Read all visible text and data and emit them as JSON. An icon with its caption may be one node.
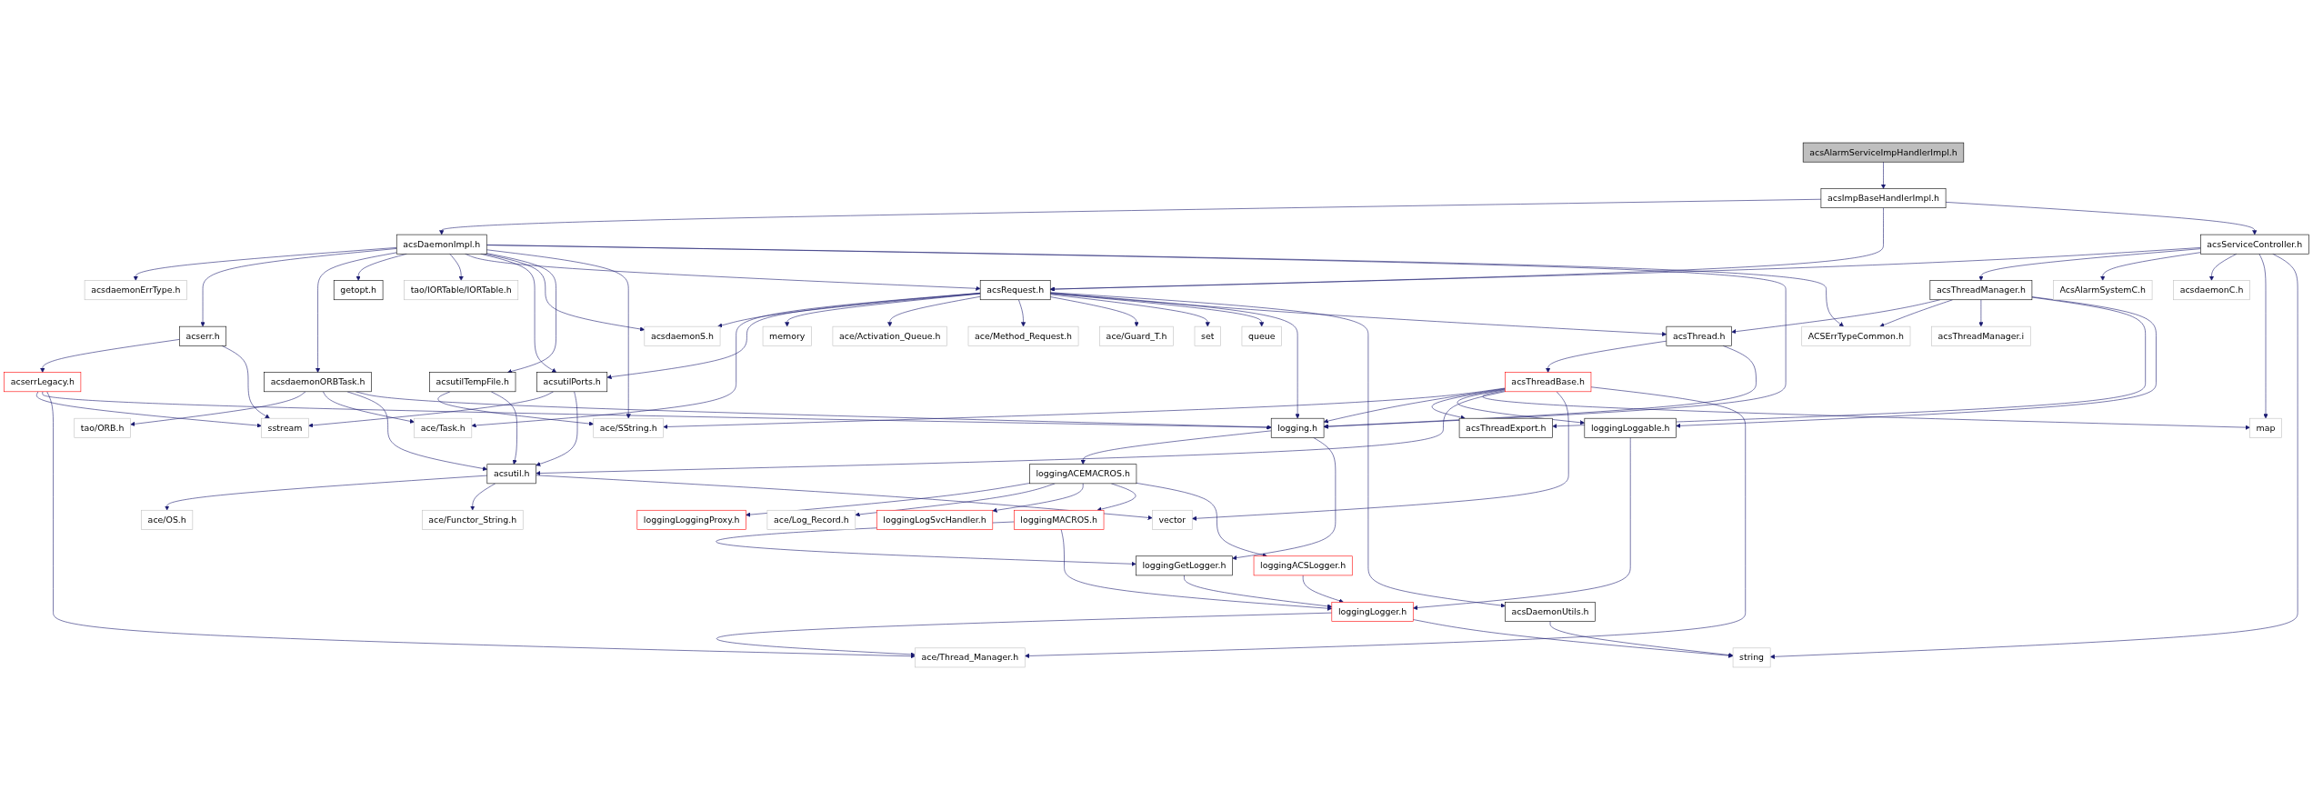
{
  "diagram": {
    "nodes": [
      {
        "text": [
          "acsAlarmServiceImpHandlerImpl.h"
        ]
      },
      {
        "text": [
          "acsImpBaseHandlerImpl.h"
        ]
      },
      {
        "text": [
          "acsDaemonImpl.h"
        ]
      },
      {
        "text": [
          "acsServiceController.h"
        ]
      },
      {
        "text": [
          "acsdaemonErrType.h"
        ]
      },
      {
        "text": [
          "acserr.h"
        ]
      },
      {
        "text": [
          "acsdaemonORBTask.h"
        ]
      },
      {
        "text": [
          "getopt.h"
        ]
      },
      {
        "text": [
          "tao/IORTable/IORTable.h"
        ]
      },
      {
        "text": [
          "acsRequest.h"
        ]
      },
      {
        "text": [
          "acsThreadManager.h"
        ]
      },
      {
        "text": [
          "AcsAlarmSystemC.h"
        ]
      },
      {
        "text": [
          "acsdaemonC.h"
        ]
      },
      {
        "text": [
          "acserrLegacy.h"
        ]
      },
      {
        "text": [
          "tao/ORB.h"
        ]
      },
      {
        "text": [
          "ace/Task.h"
        ]
      },
      {
        "text": [
          "acsutilPorts.h"
        ]
      },
      {
        "text": [
          "acsdaemonS.h"
        ]
      },
      {
        "text": [
          "memory"
        ]
      },
      {
        "text": [
          "ace/Activation_Queue.h"
        ]
      },
      {
        "text": [
          "ace/Method_Request.h"
        ]
      },
      {
        "text": [
          "ace/Guard_T.h"
        ]
      },
      {
        "text": [
          "set"
        ]
      },
      {
        "text": [
          "queue"
        ]
      },
      {
        "text": [
          "acsThread.h"
        ]
      },
      {
        "text": [
          "ACSErrTypeCommon.h"
        ]
      },
      {
        "text": [
          "acsThreadManager.i"
        ]
      },
      {
        "text": [
          "sstream"
        ]
      },
      {
        "text": [
          "acsutilTempFile.h"
        ]
      },
      {
        "text": [
          "acsThreadBase.h"
        ]
      },
      {
        "text": [
          "ace/SString.h"
        ]
      },
      {
        "text": [
          "logging.h"
        ]
      },
      {
        "text": [
          "acsThreadExport.h"
        ]
      },
      {
        "text": [
          "loggingLoggable.h"
        ]
      },
      {
        "text": [
          "map"
        ]
      },
      {
        "text": [
          "acsutil.h"
        ]
      },
      {
        "text": [
          "loggingACEMACROS.h"
        ]
      },
      {
        "text": [
          "ace/OS.h"
        ]
      },
      {
        "text": [
          "ace/Functor_String.h"
        ]
      },
      {
        "text": [
          "vector"
        ]
      },
      {
        "text": [
          "loggingLoggingProxy.h"
        ]
      },
      {
        "text": [
          "ace/Log_Record.h"
        ]
      },
      {
        "text": [
          "loggingLogSvcHandler.h"
        ]
      },
      {
        "text": [
          "loggingMACROS.h"
        ]
      },
      {
        "text": [
          "loggingACSLogger.h"
        ]
      },
      {
        "text": [
          "loggingGetLogger.h"
        ]
      },
      {
        "text": [
          "acsDaemonUtils.h"
        ]
      },
      {
        "text": [
          "loggingLogger.h"
        ]
      },
      {
        "text": [
          "ace/Thread_Manager.h"
        ]
      },
      {
        "text": [
          "string"
        ]
      }
    ],
    "edges": [
      {
        "from": 0,
        "to": 1,
        "arrow": "to"
      },
      {
        "from": 1,
        "to": 2,
        "arrow": "to"
      },
      {
        "from": 1,
        "to": 9,
        "arrow": "to"
      },
      {
        "from": 1,
        "to": 3,
        "arrow": "to"
      },
      {
        "from": 2,
        "to": 4,
        "arrow": "to"
      },
      {
        "from": 2,
        "to": 5,
        "arrow": "to"
      },
      {
        "from": 2,
        "to": 6,
        "arrow": "to"
      },
      {
        "from": 2,
        "to": 7,
        "arrow": "to"
      },
      {
        "from": 2,
        "to": 8,
        "arrow": "to"
      },
      {
        "from": 2,
        "to": 9,
        "arrow": "to"
      },
      {
        "from": 2,
        "to": 16,
        "arrow": "to"
      },
      {
        "from": 2,
        "to": 17,
        "arrow": "to"
      },
      {
        "from": 2,
        "to": 28,
        "arrow": "to"
      },
      {
        "from": 2,
        "to": 30,
        "arrow": "to"
      },
      {
        "from": 2,
        "to": 31,
        "arrow": "to"
      },
      {
        "from": 2,
        "to": 25,
        "arrow": "to"
      },
      {
        "from": 3,
        "to": 9,
        "arrow": "to"
      },
      {
        "from": 3,
        "to": 10,
        "arrow": "to"
      },
      {
        "from": 3,
        "to": 11,
        "arrow": "to"
      },
      {
        "from": 3,
        "to": 12,
        "arrow": "to"
      },
      {
        "from": 3,
        "to": 34,
        "arrow": "to"
      },
      {
        "from": 3,
        "to": 49,
        "arrow": "to"
      },
      {
        "from": 5,
        "to": 13,
        "arrow": "to"
      },
      {
        "from": 5,
        "to": 27,
        "arrow": "to"
      },
      {
        "from": 6,
        "to": 14,
        "arrow": "to"
      },
      {
        "from": 6,
        "to": 15,
        "arrow": "to"
      },
      {
        "from": 6,
        "to": 35,
        "arrow": "to"
      },
      {
        "from": 6,
        "to": 31,
        "arrow": "to"
      },
      {
        "from": 9,
        "to": 15,
        "arrow": "to"
      },
      {
        "from": 9,
        "to": 16,
        "arrow": "to"
      },
      {
        "from": 9,
        "to": 17,
        "arrow": "to"
      },
      {
        "from": 9,
        "to": 18,
        "arrow": "to"
      },
      {
        "from": 9,
        "to": 19,
        "arrow": "to"
      },
      {
        "from": 9,
        "to": 20,
        "arrow": "to"
      },
      {
        "from": 9,
        "to": 21,
        "arrow": "to"
      },
      {
        "from": 9,
        "to": 22,
        "arrow": "to"
      },
      {
        "from": 9,
        "to": 23,
        "arrow": "to"
      },
      {
        "from": 9,
        "to": 24,
        "arrow": "to"
      },
      {
        "from": 9,
        "to": 31,
        "arrow": "to"
      },
      {
        "from": 9,
        "to": 46,
        "arrow": "to"
      },
      {
        "from": 10,
        "to": 24,
        "arrow": "to"
      },
      {
        "from": 10,
        "to": 25,
        "arrow": "to"
      },
      {
        "from": 10,
        "to": 26,
        "arrow": "to"
      },
      {
        "from": 10,
        "to": 32,
        "arrow": "to"
      },
      {
        "from": 10,
        "to": 33,
        "arrow": "to"
      },
      {
        "from": 13,
        "to": 27,
        "arrow": "to"
      },
      {
        "from": 13,
        "to": 31,
        "arrow": "to"
      },
      {
        "from": 13,
        "to": 48,
        "arrow": "to"
      },
      {
        "from": 16,
        "to": 27,
        "arrow": "to"
      },
      {
        "from": 16,
        "to": 35,
        "arrow": "to"
      },
      {
        "from": 24,
        "to": 29,
        "arrow": "to"
      },
      {
        "from": 24,
        "to": 31,
        "arrow": "to"
      },
      {
        "from": 28,
        "to": 30,
        "arrow": "to"
      },
      {
        "from": 28,
        "to": 35,
        "arrow": "to"
      },
      {
        "from": 29,
        "to": 30,
        "arrow": "to"
      },
      {
        "from": 29,
        "to": 31,
        "arrow": "to"
      },
      {
        "from": 29,
        "to": 32,
        "arrow": "to"
      },
      {
        "from": 29,
        "to": 33,
        "arrow": "to"
      },
      {
        "from": 29,
        "to": 34,
        "arrow": "to"
      },
      {
        "from": 29,
        "to": 35,
        "arrow": "to"
      },
      {
        "from": 29,
        "to": 39,
        "arrow": "to"
      },
      {
        "from": 29,
        "to": 48,
        "arrow": "to"
      },
      {
        "from": 31,
        "to": 36,
        "arrow": "to"
      },
      {
        "from": 31,
        "to": 45,
        "arrow": "to"
      },
      {
        "from": 33,
        "to": 47,
        "arrow": "to"
      },
      {
        "from": 35,
        "to": 37,
        "arrow": "to"
      },
      {
        "from": 35,
        "to": 38,
        "arrow": "to"
      },
      {
        "from": 35,
        "to": 39,
        "arrow": "to"
      },
      {
        "from": 36,
        "to": 40,
        "arrow": "to"
      },
      {
        "from": 36,
        "to": 41,
        "arrow": "to"
      },
      {
        "from": 36,
        "to": 42,
        "arrow": "to"
      },
      {
        "from": 36,
        "to": 43,
        "arrow": "to"
      },
      {
        "from": 36,
        "to": 44,
        "arrow": "to"
      },
      {
        "from": 43,
        "to": 45,
        "arrow": "to"
      },
      {
        "from": 43,
        "to": 47,
        "arrow": "to"
      },
      {
        "from": 44,
        "to": 47,
        "arrow": "to"
      },
      {
        "from": 45,
        "to": 47,
        "arrow": "to"
      },
      {
        "from": 46,
        "to": 49,
        "arrow": "to"
      },
      {
        "from": 47,
        "to": 48,
        "arrow": "to"
      },
      {
        "from": 47,
        "to": 49,
        "arrow": "to"
      }
    ]
  }
}
